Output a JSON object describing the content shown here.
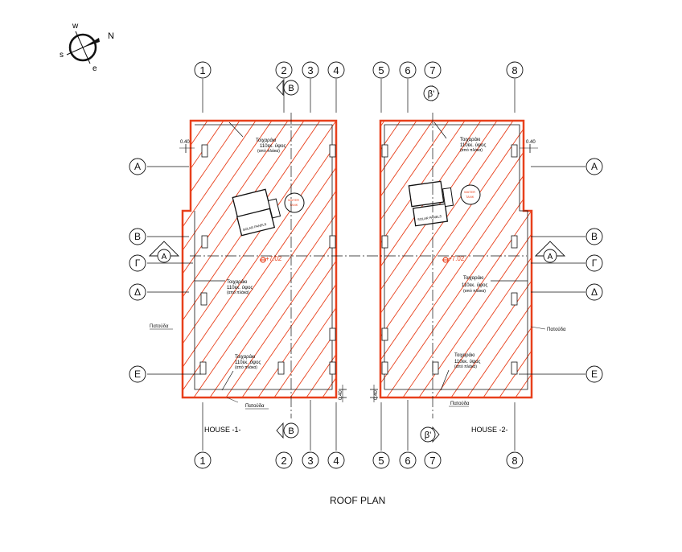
{
  "compass": {
    "n": "N",
    "s": "s",
    "w": "w",
    "e": "e"
  },
  "top_axes": [
    "1",
    "2",
    "3",
    "4",
    "5",
    "6",
    "7",
    "8"
  ],
  "bottom_axes": [
    "1",
    "2",
    "3",
    "4",
    "5",
    "6",
    "7",
    "8"
  ],
  "row_axes": [
    "A",
    "B",
    "Γ",
    "Δ",
    "E"
  ],
  "section_markers": {
    "b_top": "B",
    "b_bottom": "B",
    "b_prime_top": "β'",
    "b_prime_bottom": "β'",
    "a_left": "A",
    "a_right": "A"
  },
  "houses": [
    {
      "label": "HOUSE -1-"
    },
    {
      "label": "HOUSE -2-"
    }
  ],
  "elevation": "+7.02",
  "dim_040": "0.40",
  "wall_note": [
    "Τοιχαράκι",
    "110εκ. ύψος",
    "(από πλάκα)"
  ],
  "patouda": "Πατούδα",
  "solar_panels": "SOLAR PANELS",
  "water_tank": [
    "WATER",
    "TANK"
  ],
  "title": "ROOF  PLAN",
  "colors": {
    "red": "#e8401c",
    "line": "#111111"
  }
}
